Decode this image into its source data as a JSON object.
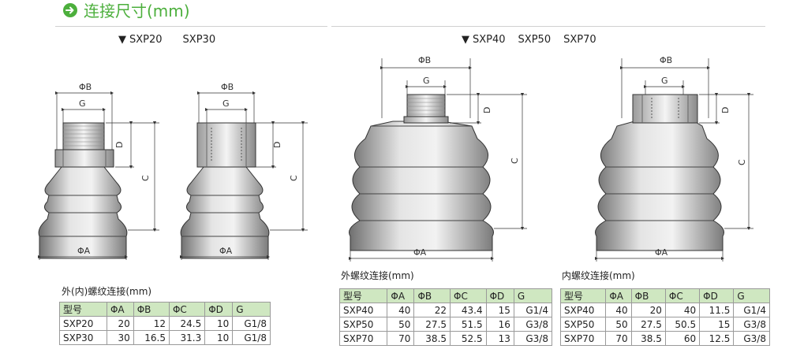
{
  "header": {
    "title": "连接尺寸(mm)",
    "accent_color": "#4caf3c",
    "icon": "arrow-right-circle-icon"
  },
  "groups": {
    "small": {
      "marker": "▼",
      "models": [
        "SXP20",
        "SXP30"
      ]
    },
    "large": {
      "marker": "▼",
      "models": [
        "SXP40",
        "SXP50",
        "SXP70"
      ]
    }
  },
  "dimension_labels": {
    "phiA": "ΦA",
    "phiB": "ΦB",
    "G": "G",
    "D": "D",
    "C": "C"
  },
  "tables": {
    "inner_outer": {
      "caption": "外(内)螺纹连接(mm)",
      "headers": [
        "型号",
        "ΦA",
        "ΦB",
        "ΦC",
        "ΦD",
        "G"
      ],
      "rows": [
        [
          "SXP20",
          "20",
          "12",
          "24.5",
          "10",
          "G1/8"
        ],
        [
          "SXP30",
          "30",
          "16.5",
          "31.3",
          "10",
          "G1/8"
        ]
      ]
    },
    "outer": {
      "caption": "外螺纹连接(mm)",
      "headers": [
        "型号",
        "ΦA",
        "ΦB",
        "ΦC",
        "ΦD",
        "G"
      ],
      "rows": [
        [
          "SXP40",
          "40",
          "22",
          "43.4",
          "15",
          "G1/4"
        ],
        [
          "SXP50",
          "50",
          "27.5",
          "51.5",
          "16",
          "G3/8"
        ],
        [
          "SXP70",
          "70",
          "38.5",
          "52.5",
          "13",
          "G3/8"
        ]
      ]
    },
    "inner": {
      "caption": "内螺纹连接(mm)",
      "headers": [
        "型号",
        "ΦA",
        "ΦB",
        "ΦC",
        "ΦD",
        "G"
      ],
      "rows": [
        [
          "SXP40",
          "40",
          "20",
          "40",
          "11.5",
          "G1/4"
        ],
        [
          "SXP50",
          "50",
          "27.5",
          "50.5",
          "15",
          "G3/8"
        ],
        [
          "SXP70",
          "70",
          "38.5",
          "60",
          "12.5",
          "G3/8"
        ]
      ]
    }
  }
}
